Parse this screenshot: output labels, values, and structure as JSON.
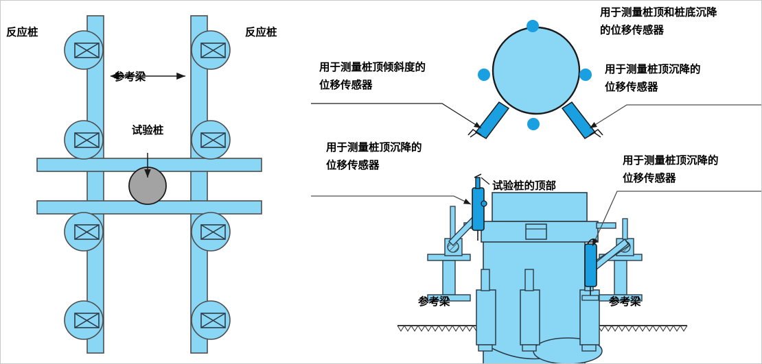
{
  "figure": {
    "title_absent": true,
    "colors": {
      "fill_light_blue": "#8ad6f5",
      "fill_bright_blue": "#1a9fe0",
      "fill_gray": "#a3a3a3",
      "stroke_dark": "#4d4d4d",
      "stroke_black": "#1a1a1a",
      "background": "#ffffff",
      "border": "#c8c8c8"
    }
  },
  "left_plan_view": {
    "labels": {
      "reaction_pile_left": "反应桩",
      "reaction_pile_right": "反应桩",
      "reference_beam": "参考梁",
      "test_pile": "试验桩"
    }
  },
  "top_right_plan_view": {
    "labels": {
      "top_bottom_settlement_sensor": "用于测量桩顶和桩底沉降\n的位移传感器",
      "top_bottom_settlement_sensor_line1": "用于测量桩顶和桩底沉降",
      "top_bottom_settlement_sensor_line2": "的位移传感器",
      "inclination_sensor_line1": "用于测量桩顶倾斜度的",
      "inclination_sensor_line2": "位移传感器",
      "top_settlement_sensor_line1": "用于测量桩顶沉降的",
      "top_settlement_sensor_line2": "位移传感器"
    },
    "sensor_dots": 4
  },
  "bottom_right_elevation_view": {
    "labels": {
      "left_sensor_line1": "用于测量桩顶沉降的",
      "left_sensor_line2": "位移传感器",
      "right_sensor_line1": "用于测量桩顶沉降的",
      "right_sensor_line2": "位移传感器",
      "pile_top": "试验桩的顶部",
      "reference_beam_left": "参考梁",
      "reference_beam_right": "参考梁"
    }
  }
}
